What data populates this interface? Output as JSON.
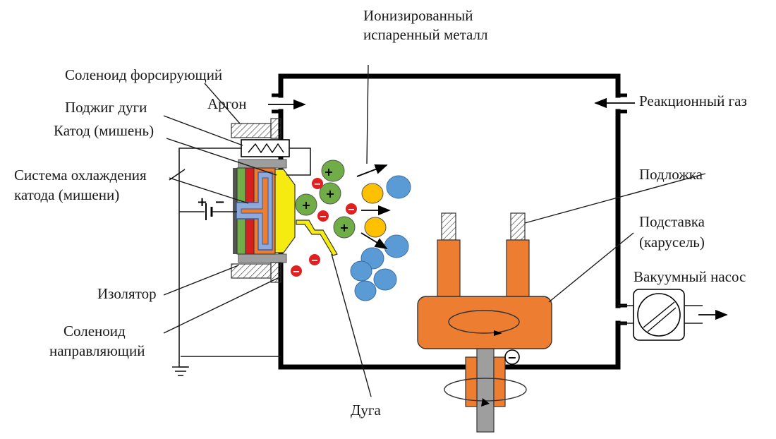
{
  "labels": {
    "ionized_metal_1": "Ионизированный",
    "ionized_metal_2": "испаренный металл",
    "solenoid_forcing": "Соленоид форсирующий",
    "argon": "Аргон",
    "arc_ignition": "Поджиг дуги",
    "cathode_target": "Катод (мишень)",
    "cooling_system_1": "Система охлаждения",
    "cooling_system_2": "катода (мишени)",
    "insulator": "Изолятор",
    "solenoid_guiding_1": "Соленоид",
    "solenoid_guiding_2": "направляющий",
    "reaction_gas": "Реакционный газ",
    "substrate": "Подложка",
    "stand_1": "Подставка",
    "stand_2": "(карусель)",
    "vacuum_pump": "Вакуумный насос",
    "arc": "Дуга"
  },
  "signs": {
    "plus": "+",
    "minus": "−",
    "battery_plus": "+",
    "battery_minus": "−",
    "substrate_bias": "−"
  },
  "colors": {
    "chamber_wall": "#000000",
    "carousel": "#ED7D31",
    "cathode_target": "#F5EB10",
    "cooling": "#8EAADB",
    "ion_green": "#70AD47",
    "ion_blue": "#5B9BD5",
    "ion_yellow": "#FFC000",
    "electron_red": "#E02020",
    "insulator_gray": "#9E9E9E"
  }
}
